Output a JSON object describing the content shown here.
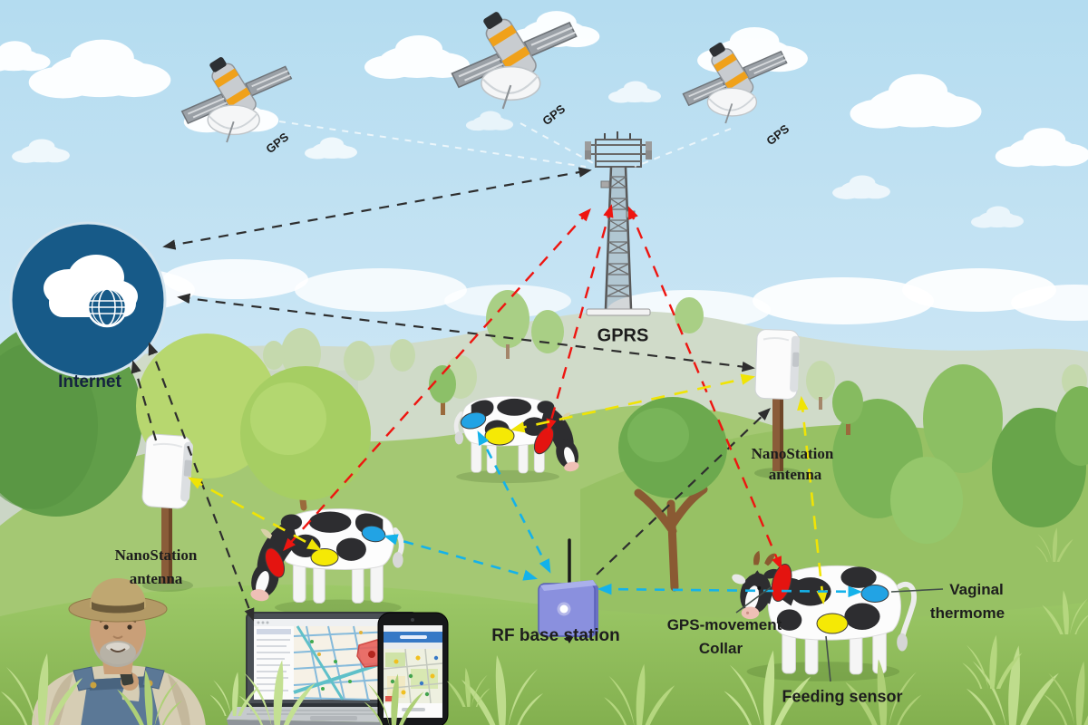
{
  "labels": {
    "internet": "Internet",
    "gprs": "GPRS",
    "gps_left": "GPS",
    "gps_center": "GPS",
    "gps_right": "GPS",
    "nanostation_left": {
      "line1": "NanoStation",
      "line2": "antenna"
    },
    "nanostation_right": {
      "line1": "NanoStation",
      "line2": "antenna"
    },
    "rf_base_station": "RF base station",
    "gps_movement_collar": {
      "line1": "GPS-movement",
      "line2": "Collar"
    },
    "feeding_sensor": "Feeding sensor",
    "vaginal_thermometer": {
      "line1": "Vaginal",
      "line2": "thermome"
    }
  },
  "nodes": [
    "gps-satellite-left",
    "gps-satellite-center",
    "gps-satellite-right",
    "gprs-tower",
    "internet-cloud",
    "nanostation-antenna-left",
    "nanostation-antenna-right",
    "rf-base-station",
    "cow-middle",
    "cow-left",
    "cow-right",
    "farmer",
    "laptop-with-map",
    "smartphone-with-map"
  ],
  "sensors": {
    "collar": {
      "name": "GPS-movement collar",
      "color": "#e41410"
    },
    "feeding": {
      "name": "Feeding sensor",
      "color": "#f5e905"
    },
    "thermometer": {
      "name": "Vaginal thermometer",
      "color": "#22a3e4"
    }
  },
  "connections": [
    {
      "from": "gprs-tower",
      "to": "cow-collars",
      "color": "red",
      "style": "dashed-double-arrow"
    },
    {
      "from": "gps-satellites",
      "to": "gprs-tower",
      "color": "white",
      "style": "dashed-faint"
    },
    {
      "from": "internet-cloud",
      "to": "gprs-tower",
      "color": "black",
      "style": "dashed-double-arrow"
    },
    {
      "from": "internet-cloud",
      "to": "nanostation-antenna-right",
      "color": "black",
      "style": "dashed-double-arrow"
    },
    {
      "from": "rf-base-station",
      "to": "nanostation-antenna-right",
      "color": "black",
      "style": "dashed-arrow"
    },
    {
      "from": "laptop-with-map",
      "to": "internet-cloud",
      "color": "black",
      "style": "dashed-double-arrow"
    },
    {
      "from": "nanostation-antenna-left",
      "to": "internet-cloud",
      "color": "black",
      "style": "dashed-arrow"
    },
    {
      "from": "cow-yellow-sensors",
      "to": "nanostation-antennas",
      "color": "yellow",
      "style": "dashed-double-arrow"
    },
    {
      "from": "cow-blue-sensors",
      "to": "rf-base-station",
      "color": "cyan",
      "style": "dashed-double-arrow"
    }
  ],
  "colors": {
    "arrow_black": "#2e2e2e",
    "arrow_red": "#ee1510",
    "arrow_yellow": "#f0e405",
    "arrow_cyan": "#14b2ea",
    "internet_circle": "#175a88",
    "rf_box": "#8a90de",
    "sky": "#bfe2f2",
    "field": "#9cc46a"
  }
}
